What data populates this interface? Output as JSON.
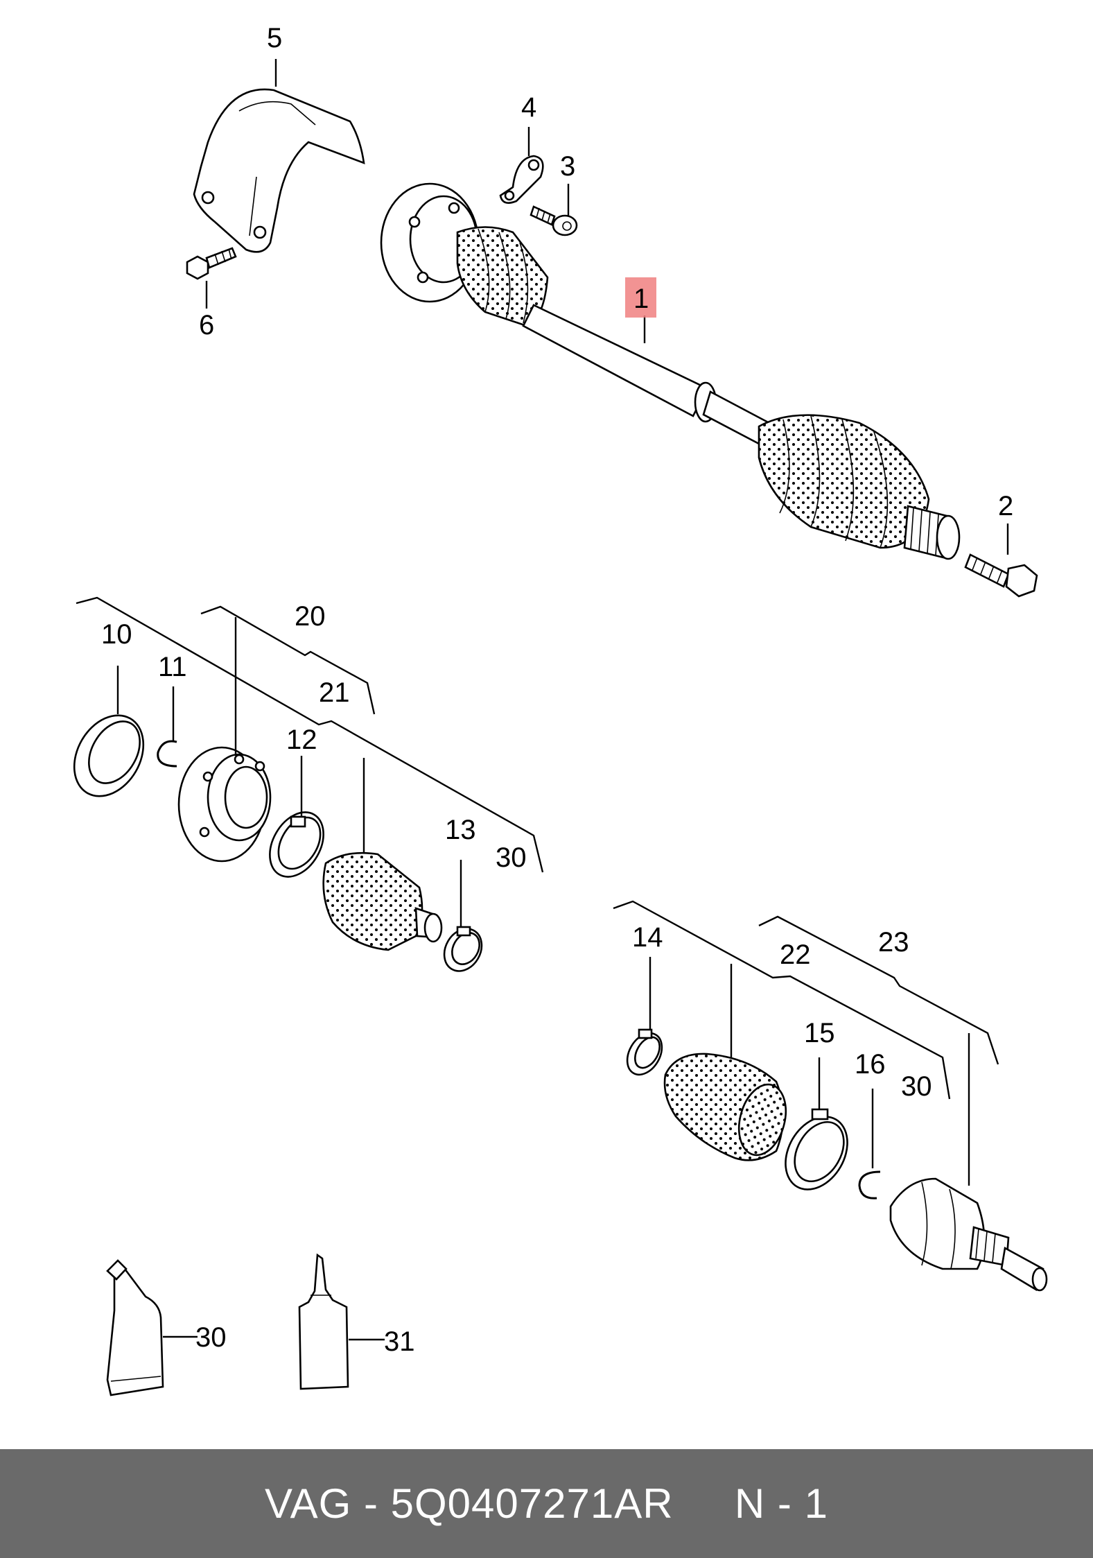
{
  "diagram": {
    "highlight_color": "#f08080",
    "highlighted_part": "1",
    "labels": {
      "p1": "1",
      "p2": "2",
      "p3": "3",
      "p4": "4",
      "p5": "5",
      "p6": "6",
      "p10": "10",
      "p11": "11",
      "p12": "12",
      "p13": "13",
      "p14": "14",
      "p15": "15",
      "p16": "16",
      "p20": "20",
      "p21": "21",
      "p22": "22",
      "p23": "23",
      "p30a": "30",
      "p30b": "30",
      "p30c": "30",
      "p31": "31"
    }
  },
  "footer": {
    "text": "VAG - 5Q0407271AR     N - 1",
    "background": "#6a6a6a"
  }
}
